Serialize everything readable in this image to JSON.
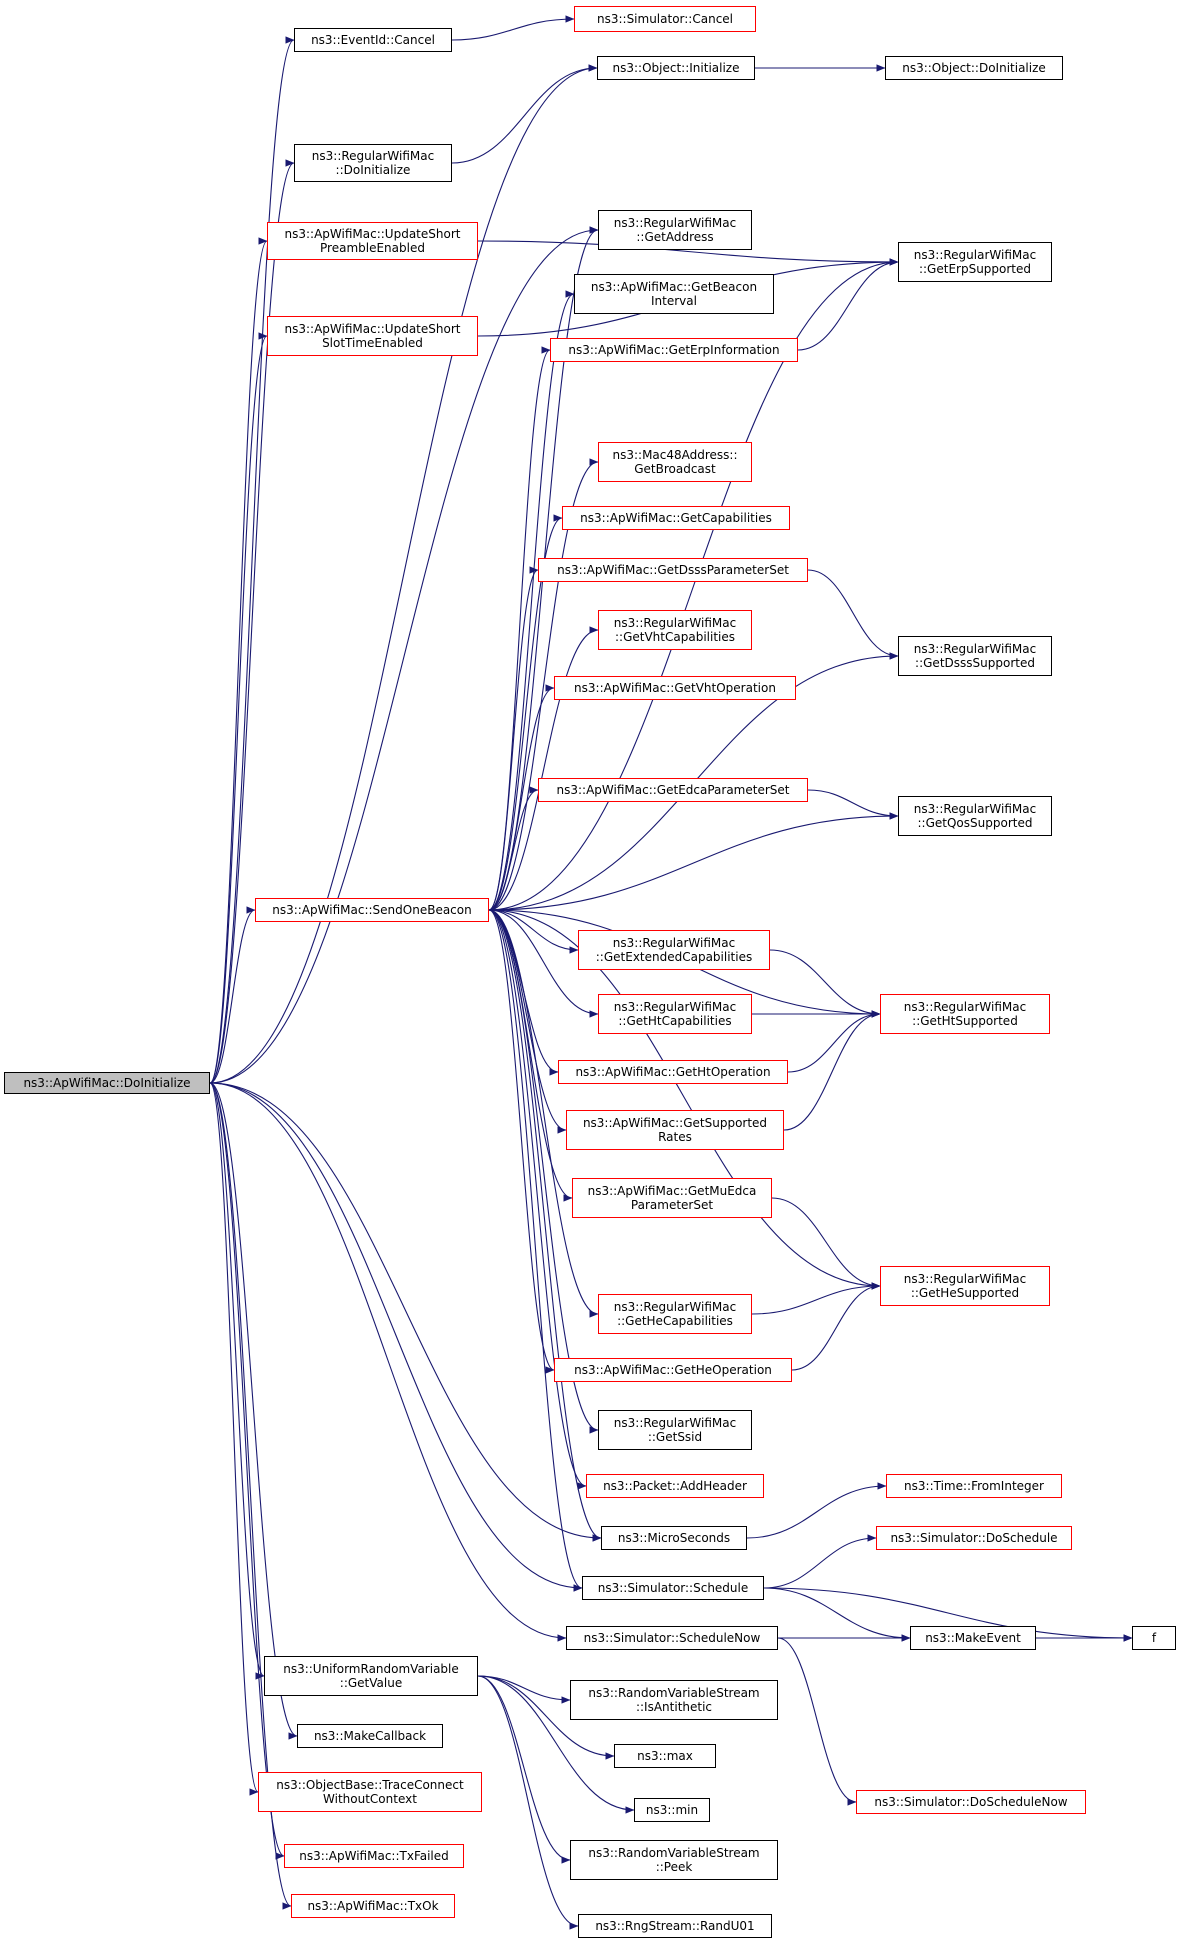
{
  "root": {
    "id": "root",
    "lines": [
      "ns3::ApWifiMac::DoInitialize"
    ]
  },
  "nodes": [
    {
      "id": "eventid_cancel",
      "lines": [
        "ns3::EventId::Cancel"
      ],
      "border": "black"
    },
    {
      "id": "sim_cancel",
      "lines": [
        "ns3::Simulator::Cancel"
      ],
      "border": "red"
    },
    {
      "id": "obj_initialize",
      "lines": [
        "ns3::Object::Initialize"
      ],
      "border": "black"
    },
    {
      "id": "obj_doinitialize",
      "lines": [
        "ns3::Object::DoInitialize"
      ],
      "border": "black"
    },
    {
      "id": "rwm_doinitialize",
      "lines": [
        "ns3::RegularWifiMac",
        "::DoInitialize"
      ],
      "border": "black"
    },
    {
      "id": "update_preamble",
      "lines": [
        "ns3::ApWifiMac::UpdateShort",
        "PreambleEnabled"
      ],
      "border": "red"
    },
    {
      "id": "update_slottime",
      "lines": [
        "ns3::ApWifiMac::UpdateShort",
        "SlotTimeEnabled"
      ],
      "border": "red"
    },
    {
      "id": "get_address",
      "lines": [
        "ns3::RegularWifiMac",
        "::GetAddress"
      ],
      "border": "black"
    },
    {
      "id": "get_erp_supported",
      "lines": [
        "ns3::RegularWifiMac",
        "::GetErpSupported"
      ],
      "border": "black"
    },
    {
      "id": "get_beacon_interval",
      "lines": [
        "ns3::ApWifiMac::GetBeacon",
        "Interval"
      ],
      "border": "black"
    },
    {
      "id": "get_erp_information",
      "lines": [
        "ns3::ApWifiMac::GetErpInformation"
      ],
      "border": "red"
    },
    {
      "id": "get_broadcast",
      "lines": [
        "ns3::Mac48Address::",
        "GetBroadcast"
      ],
      "border": "red"
    },
    {
      "id": "get_capabilities",
      "lines": [
        "ns3::ApWifiMac::GetCapabilities"
      ],
      "border": "red"
    },
    {
      "id": "get_dsss_param",
      "lines": [
        "ns3::ApWifiMac::GetDsssParameterSet"
      ],
      "border": "red"
    },
    {
      "id": "get_vht_caps",
      "lines": [
        "ns3::RegularWifiMac",
        "::GetVhtCapabilities"
      ],
      "border": "red"
    },
    {
      "id": "get_dsss_supported",
      "lines": [
        "ns3::RegularWifiMac",
        "::GetDsssSupported"
      ],
      "border": "black"
    },
    {
      "id": "get_vht_operation",
      "lines": [
        "ns3::ApWifiMac::GetVhtOperation"
      ],
      "border": "red"
    },
    {
      "id": "get_edca_param",
      "lines": [
        "ns3::ApWifiMac::GetEdcaParameterSet"
      ],
      "border": "red"
    },
    {
      "id": "get_qos_supported",
      "lines": [
        "ns3::RegularWifiMac",
        "::GetQosSupported"
      ],
      "border": "black"
    },
    {
      "id": "send_one_beacon",
      "lines": [
        "ns3::ApWifiMac::SendOneBeacon"
      ],
      "border": "red"
    },
    {
      "id": "get_ext_caps",
      "lines": [
        "ns3::RegularWifiMac",
        "::GetExtendedCapabilities"
      ],
      "border": "red"
    },
    {
      "id": "get_ht_caps",
      "lines": [
        "ns3::RegularWifiMac",
        "::GetHtCapabilities"
      ],
      "border": "red"
    },
    {
      "id": "get_ht_supported",
      "lines": [
        "ns3::RegularWifiMac",
        "::GetHtSupported"
      ],
      "border": "red"
    },
    {
      "id": "get_ht_operation",
      "lines": [
        "ns3::ApWifiMac::GetHtOperation"
      ],
      "border": "red"
    },
    {
      "id": "get_supported_rates",
      "lines": [
        "ns3::ApWifiMac::GetSupported",
        "Rates"
      ],
      "border": "red"
    },
    {
      "id": "get_mu_edca",
      "lines": [
        "ns3::ApWifiMac::GetMuEdca",
        "ParameterSet"
      ],
      "border": "red"
    },
    {
      "id": "get_he_supported",
      "lines": [
        "ns3::RegularWifiMac",
        "::GetHeSupported"
      ],
      "border": "red"
    },
    {
      "id": "get_he_caps",
      "lines": [
        "ns3::RegularWifiMac",
        "::GetHeCapabilities"
      ],
      "border": "red"
    },
    {
      "id": "get_he_operation",
      "lines": [
        "ns3::ApWifiMac::GetHeOperation"
      ],
      "border": "red"
    },
    {
      "id": "get_ssid",
      "lines": [
        "ns3::RegularWifiMac",
        "::GetSsid"
      ],
      "border": "black"
    },
    {
      "id": "add_header",
      "lines": [
        "ns3::Packet::AddHeader"
      ],
      "border": "red"
    },
    {
      "id": "time_from_integer",
      "lines": [
        "ns3::Time::FromInteger"
      ],
      "border": "red"
    },
    {
      "id": "micro_seconds",
      "lines": [
        "ns3::MicroSeconds"
      ],
      "border": "black"
    },
    {
      "id": "sim_doschedule",
      "lines": [
        "ns3::Simulator::DoSchedule"
      ],
      "border": "red"
    },
    {
      "id": "sim_schedule",
      "lines": [
        "ns3::Simulator::Schedule"
      ],
      "border": "black"
    },
    {
      "id": "f",
      "lines": [
        "f"
      ],
      "border": "black"
    },
    {
      "id": "sim_schedule_now",
      "lines": [
        "ns3::Simulator::ScheduleNow"
      ],
      "border": "black"
    },
    {
      "id": "make_event",
      "lines": [
        "ns3::MakeEvent"
      ],
      "border": "black"
    },
    {
      "id": "urv_getvalue",
      "lines": [
        "ns3::UniformRandomVariable",
        "::GetValue"
      ],
      "border": "black"
    },
    {
      "id": "rvs_isantithetic",
      "lines": [
        "ns3::RandomVariableStream",
        "::IsAntithetic"
      ],
      "border": "black"
    },
    {
      "id": "sim_doschedulenow",
      "lines": [
        "ns3::Simulator::DoScheduleNow"
      ],
      "border": "red"
    },
    {
      "id": "make_callback",
      "lines": [
        "ns3::MakeCallback"
      ],
      "border": "black"
    },
    {
      "id": "max",
      "lines": [
        "ns3::max"
      ],
      "border": "black"
    },
    {
      "id": "trace_connect",
      "lines": [
        "ns3::ObjectBase::TraceConnect",
        "WithoutContext"
      ],
      "border": "red"
    },
    {
      "id": "min",
      "lines": [
        "ns3::min"
      ],
      "border": "black"
    },
    {
      "id": "tx_failed",
      "lines": [
        "ns3::ApWifiMac::TxFailed"
      ],
      "border": "red"
    },
    {
      "id": "rvs_peek",
      "lines": [
        "ns3::RandomVariableStream",
        "::Peek"
      ],
      "border": "black"
    },
    {
      "id": "tx_ok",
      "lines": [
        "ns3::ApWifiMac::TxOk"
      ],
      "border": "red"
    },
    {
      "id": "rng_randu01",
      "lines": [
        "ns3::RngStream::RandU01"
      ],
      "border": "black"
    }
  ],
  "edges": [
    [
      "root",
      "eventid_cancel"
    ],
    [
      "eventid_cancel",
      "sim_cancel"
    ],
    [
      "root",
      "obj_initialize"
    ],
    [
      "obj_initialize",
      "obj_doinitialize"
    ],
    [
      "root",
      "rwm_doinitialize"
    ],
    [
      "rwm_doinitialize",
      "obj_initialize"
    ],
    [
      "root",
      "update_preamble"
    ],
    [
      "update_preamble",
      "get_erp_supported"
    ],
    [
      "root",
      "update_slottime"
    ],
    [
      "update_slottime",
      "get_erp_supported"
    ],
    [
      "root",
      "get_address"
    ],
    [
      "root",
      "send_one_beacon"
    ],
    [
      "root",
      "micro_seconds"
    ],
    [
      "root",
      "sim_schedule"
    ],
    [
      "root",
      "sim_schedule_now"
    ],
    [
      "root",
      "urv_getvalue"
    ],
    [
      "root",
      "make_callback"
    ],
    [
      "root",
      "trace_connect"
    ],
    [
      "root",
      "tx_failed"
    ],
    [
      "root",
      "tx_ok"
    ],
    [
      "send_one_beacon",
      "get_address"
    ],
    [
      "send_one_beacon",
      "get_beacon_interval"
    ],
    [
      "send_one_beacon",
      "get_erp_information"
    ],
    [
      "send_one_beacon",
      "get_erp_supported"
    ],
    [
      "send_one_beacon",
      "get_broadcast"
    ],
    [
      "send_one_beacon",
      "get_capabilities"
    ],
    [
      "send_one_beacon",
      "get_dsss_param"
    ],
    [
      "send_one_beacon",
      "get_vht_caps"
    ],
    [
      "send_one_beacon",
      "get_vht_operation"
    ],
    [
      "send_one_beacon",
      "get_dsss_supported"
    ],
    [
      "send_one_beacon",
      "get_edca_param"
    ],
    [
      "send_one_beacon",
      "get_qos_supported"
    ],
    [
      "send_one_beacon",
      "get_ht_supported"
    ],
    [
      "send_one_beacon",
      "get_ext_caps"
    ],
    [
      "send_one_beacon",
      "get_ht_caps"
    ],
    [
      "send_one_beacon",
      "get_ht_operation"
    ],
    [
      "send_one_beacon",
      "get_supported_rates"
    ],
    [
      "send_one_beacon",
      "get_mu_edca"
    ],
    [
      "send_one_beacon",
      "get_he_supported"
    ],
    [
      "send_one_beacon",
      "get_he_caps"
    ],
    [
      "send_one_beacon",
      "get_he_operation"
    ],
    [
      "send_one_beacon",
      "get_ssid"
    ],
    [
      "send_one_beacon",
      "add_header"
    ],
    [
      "send_one_beacon",
      "micro_seconds"
    ],
    [
      "send_one_beacon",
      "sim_schedule"
    ],
    [
      "get_erp_information",
      "get_erp_supported"
    ],
    [
      "get_dsss_param",
      "get_dsss_supported"
    ],
    [
      "get_edca_param",
      "get_qos_supported"
    ],
    [
      "get_ext_caps",
      "get_ht_supported"
    ],
    [
      "get_ht_caps",
      "get_ht_supported"
    ],
    [
      "get_ht_operation",
      "get_ht_supported"
    ],
    [
      "get_supported_rates",
      "get_ht_supported"
    ],
    [
      "get_mu_edca",
      "get_he_supported"
    ],
    [
      "get_he_caps",
      "get_he_supported"
    ],
    [
      "get_he_operation",
      "get_he_supported"
    ],
    [
      "micro_seconds",
      "time_from_integer"
    ],
    [
      "sim_schedule",
      "sim_doschedule"
    ],
    [
      "sim_schedule",
      "make_event"
    ],
    [
      "sim_schedule",
      "f"
    ],
    [
      "sim_schedule_now",
      "make_event"
    ],
    [
      "sim_schedule_now",
      "f"
    ],
    [
      "sim_schedule_now",
      "sim_doschedulenow"
    ],
    [
      "make_event",
      "f"
    ],
    [
      "urv_getvalue",
      "rvs_isantithetic"
    ],
    [
      "urv_getvalue",
      "max"
    ],
    [
      "urv_getvalue",
      "min"
    ],
    [
      "urv_getvalue",
      "rvs_peek"
    ],
    [
      "urv_getvalue",
      "rng_randu01"
    ]
  ]
}
